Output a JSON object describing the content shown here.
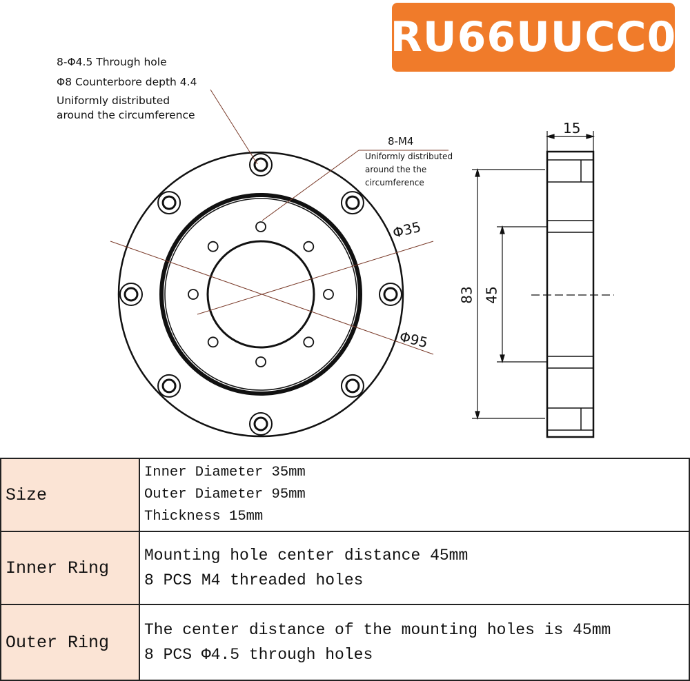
{
  "title": "RU66UUCC0",
  "colors": {
    "badge": "#f07b2a",
    "table_header_bg": "#fbe4d5",
    "leader_line": "#7a3b2a",
    "line": "#111111"
  },
  "callouts": {
    "through_hole": [
      "8-Φ4.5 Through hole",
      "Φ8 Counterbore depth 4.4",
      "Uniformly distributed",
      "around the circumference"
    ],
    "threaded": {
      "label": "8-M4",
      "lines": [
        "Uniformly distributed",
        "around the the",
        "circumference"
      ]
    }
  },
  "dimensions": {
    "inner_diameter": "Φ35",
    "outer_diameter": "Φ95",
    "thickness": "15",
    "height": "83",
    "hole_distance": "45"
  },
  "specs": [
    {
      "header": "Size",
      "lines": [
        "Inner Diameter 35mm",
        "Outer Diameter 95mm",
        "Thickness 15mm"
      ]
    },
    {
      "header": "Inner Ring",
      "lines": [
        "Mounting hole center distance 45mm",
        "8 PCS M4 threaded holes"
      ]
    },
    {
      "header": "Outer Ring",
      "lines": [
        "The center distance of the mounting holes is 45mm",
        "8 PCS Φ4.5 through holes"
      ]
    }
  ]
}
